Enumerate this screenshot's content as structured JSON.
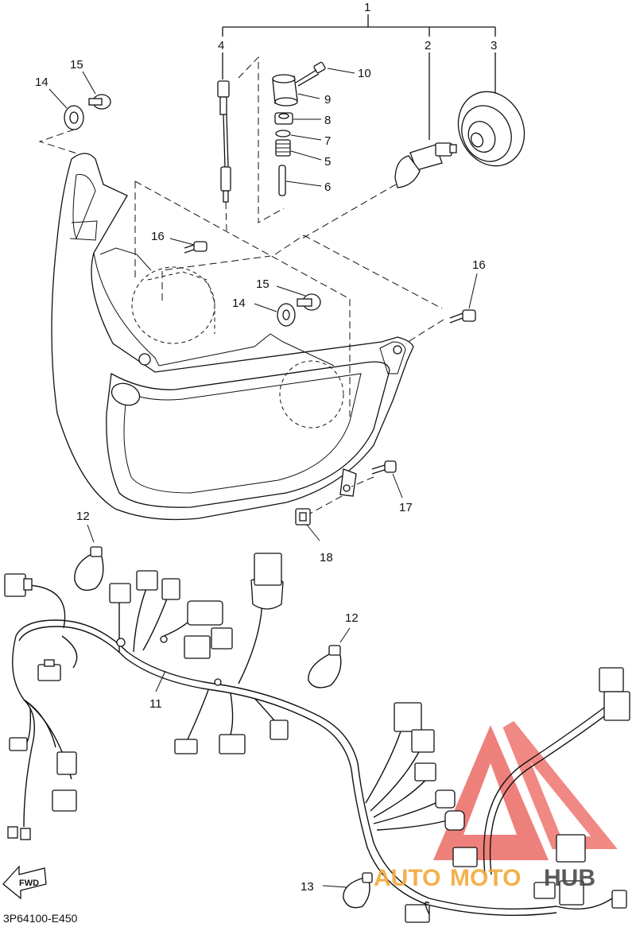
{
  "callouts": {
    "c1": "1",
    "c2": "2",
    "c3": "3",
    "c4": "4",
    "c5": "5",
    "c6": "6",
    "c7": "7",
    "c8": "8",
    "c9": "9",
    "c10": "10",
    "c11": "11",
    "c12a": "12",
    "c12b": "12",
    "c13": "13",
    "c14a": "14",
    "c14b": "14",
    "c15a": "15",
    "c15b": "15",
    "c16a": "16",
    "c16b": "16",
    "c17": "17",
    "c18": "18"
  },
  "fwd_label": "FWD",
  "diagram_code": "3P64100-E450",
  "watermark": {
    "text_part1": "AUTO",
    "text_part2": "MOTO",
    "text_part3": "HUB",
    "color_red": "#e8504a",
    "color_orange": "#f2a93b",
    "color_gray": "#4a4a4a"
  }
}
